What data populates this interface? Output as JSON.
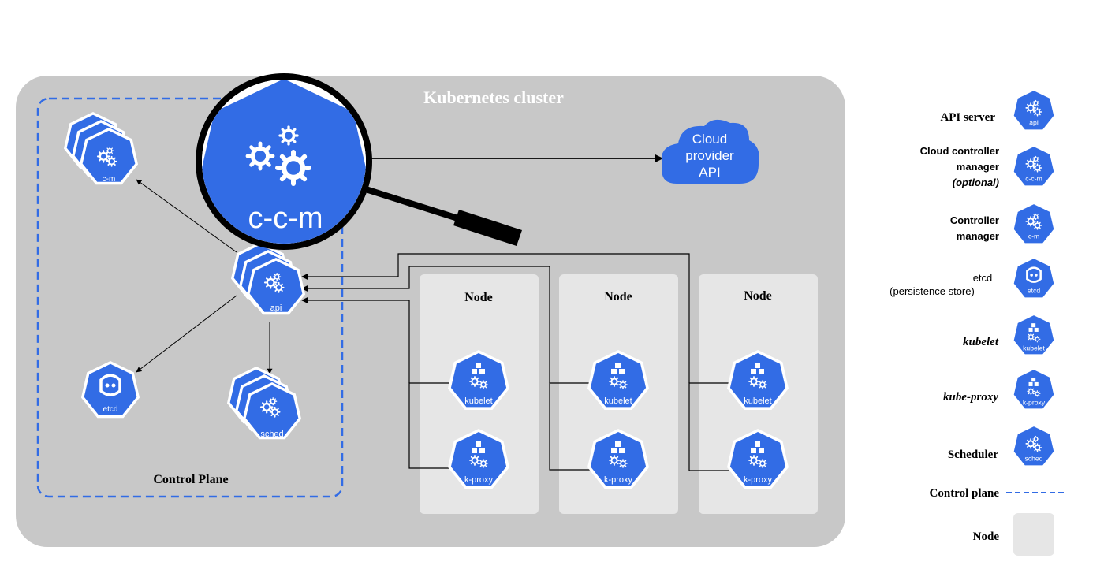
{
  "cluster": {
    "title": "Kubernetes cluster"
  },
  "control_plane": {
    "label": "Control Plane",
    "components": {
      "controller_manager": {
        "icon_label": "c-m"
      },
      "api_server": {
        "icon_label": "api"
      },
      "etcd": {
        "icon_label": "etcd"
      },
      "scheduler": {
        "icon_label": "sched"
      }
    }
  },
  "magnifier": {
    "icon_label": "c-c-m"
  },
  "cloud": {
    "line1": "Cloud",
    "line2": "provider",
    "line3": "API"
  },
  "nodes": [
    {
      "title": "Node",
      "kubelet_label": "kubelet",
      "proxy_label": "k-proxy"
    },
    {
      "title": "Node",
      "kubelet_label": "kubelet",
      "proxy_label": "k-proxy"
    },
    {
      "title": "Node",
      "kubelet_label": "kubelet",
      "proxy_label": "k-proxy"
    }
  ],
  "legend": {
    "api_server": {
      "label": "API server",
      "icon_label": "api"
    },
    "ccm": {
      "line1": "Cloud controller",
      "line2": "manager",
      "line3": "(optional)",
      "icon_label": "c-c-m"
    },
    "cm": {
      "line1": "Controller",
      "line2": "manager",
      "icon_label": "c-m"
    },
    "etcd": {
      "line1": "etcd",
      "line2": "(persistence store)",
      "icon_label": "etcd"
    },
    "kubelet": {
      "label": "kubelet",
      "icon_label": "kubelet"
    },
    "kube_proxy": {
      "label": "kube-proxy",
      "icon_label": "k-proxy"
    },
    "scheduler": {
      "label": "Scheduler",
      "icon_label": "sched"
    },
    "control_plane": {
      "label": "Control plane"
    },
    "node": {
      "label": "Node"
    }
  },
  "colors": {
    "k8s_blue": "#326ce5",
    "cluster_bg": "#c8c8c8",
    "node_bg": "#e6e6e6",
    "dash": "#326ce5"
  }
}
